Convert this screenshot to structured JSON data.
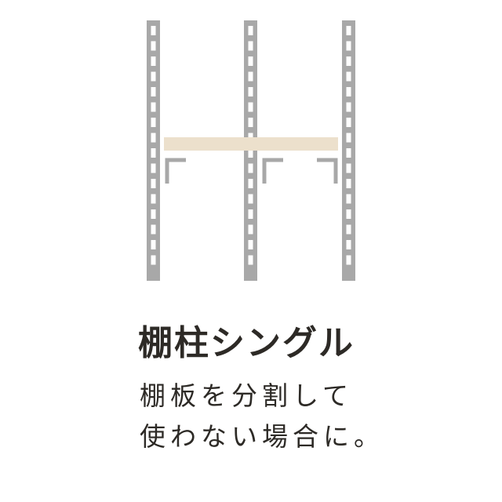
{
  "colors": {
    "post_frame": "#a8a8a8",
    "post_slot": "#ffffff",
    "shelf_board": "#ece0cc",
    "bracket": "#a8a8a8",
    "text": "#2d2a26"
  },
  "title": "棚柱シングル",
  "description": {
    "line1": "棚板を分割して",
    "line2": "使わない場合に。"
  }
}
